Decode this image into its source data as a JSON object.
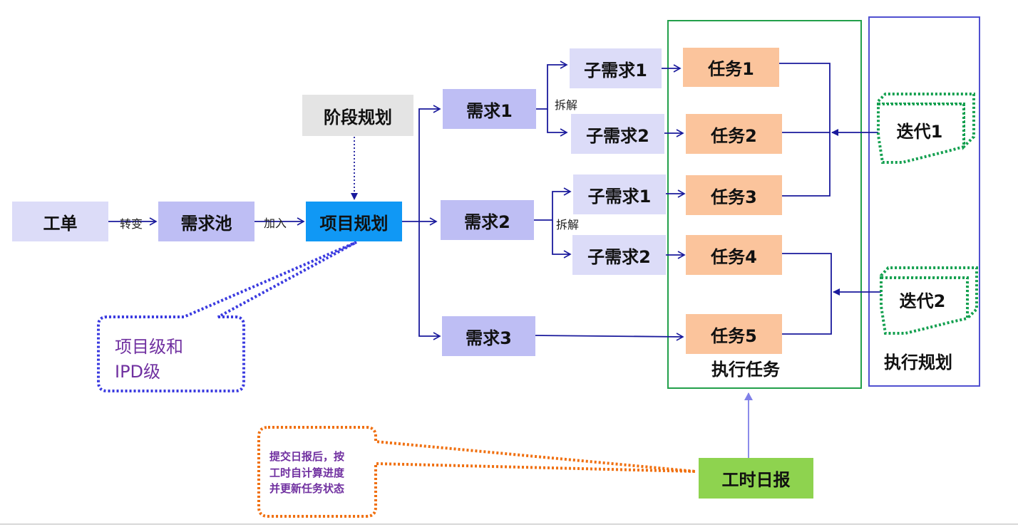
{
  "nodes": {
    "gongdan": "工单",
    "xuqiuchi": "需求池",
    "xiangmu_guihua": "项目规划",
    "jieduan_guihua": "阶段规划",
    "xuqiu1": "需求1",
    "xuqiu2": "需求2",
    "xuqiu3": "需求3",
    "zi_a1": "子需求1",
    "zi_a2": "子需求2",
    "zi_b1": "子需求1",
    "zi_b2": "子需求2",
    "renwu1": "任务1",
    "renwu2": "任务2",
    "renwu3": "任务3",
    "renwu4": "任务4",
    "renwu5": "任务5",
    "diedai1": "迭代1",
    "diedai2": "迭代2",
    "gongshi_ribao": "工时日报"
  },
  "edge_labels": {
    "zhuanbian": "转变",
    "jiaru": "加入",
    "chaijie_1": "拆解",
    "chaijie_2": "拆解"
  },
  "frames": {
    "zhixing_renwu": "执行任务",
    "zhixing_guihua": "执行规划"
  },
  "callouts": {
    "project_level_line1": "项目级和",
    "project_level_line2": "IPD级",
    "daily_report_line1": "提交日报后，按",
    "daily_report_line2": "工时自计算进度",
    "daily_report_line3": "并更新任务状态"
  },
  "colors": {
    "arrow": "#1a1a9c",
    "lavender": "#dcdcf8",
    "purple": "#bebef4",
    "project_blue": "#1098f5",
    "task_orange": "#fbc49c",
    "report_green": "#8ed34f",
    "stage_gray": "#e4e4e4",
    "task_frame_green": "#22a04a",
    "plan_frame_blue": "#5050d0",
    "iteration_dotted_green": "#14a050",
    "callout_blue_dotted": "#3a3ae0",
    "callout_orange_dotted": "#f07010",
    "callout_text_purple": "#7030a0",
    "report_arrow": "#8080e8"
  }
}
